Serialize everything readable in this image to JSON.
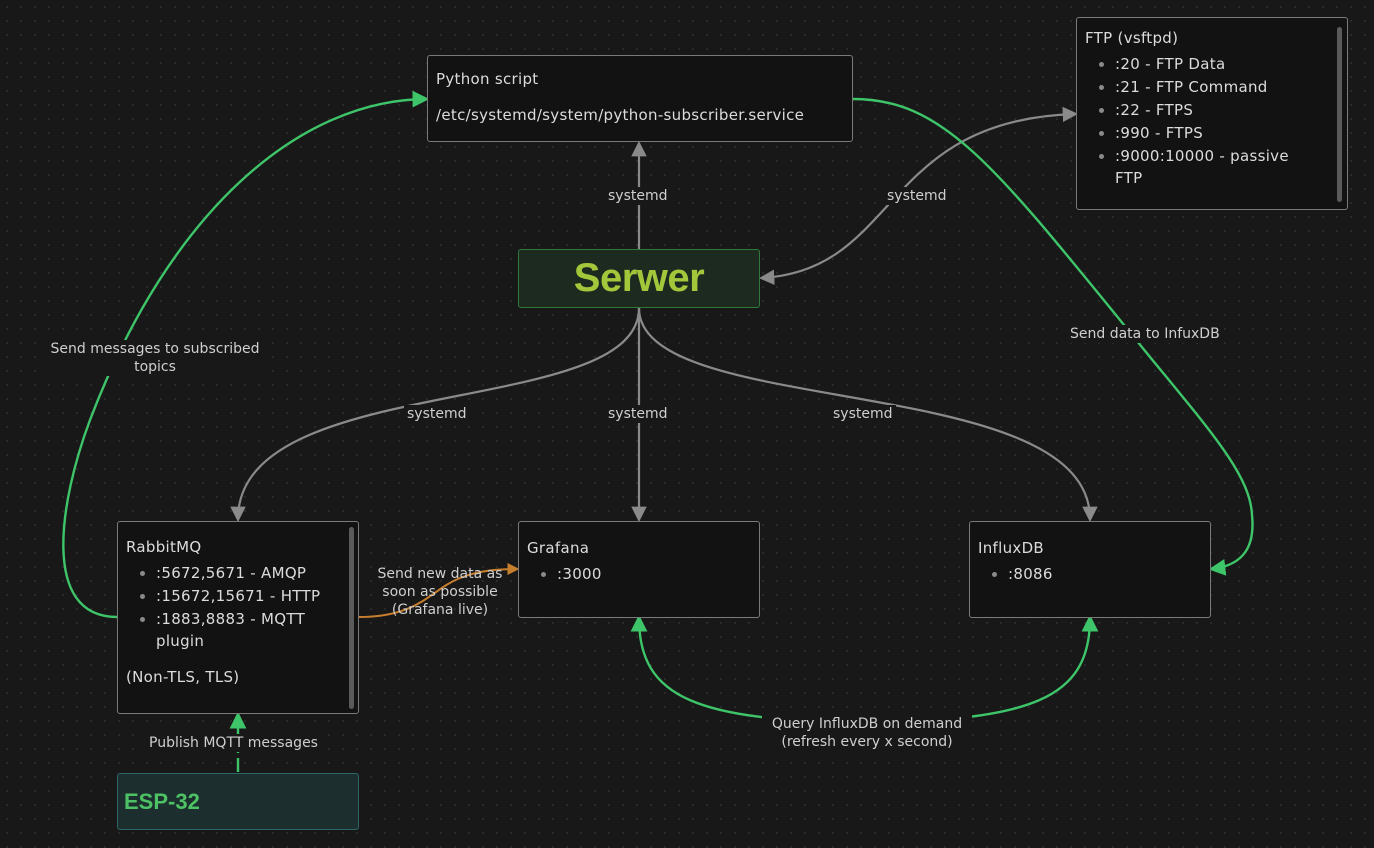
{
  "colors": {
    "background": "#181818",
    "edge_systemd": "#8a8a8a",
    "edge_flow": "#3ec469",
    "edge_live": "#c77f2e",
    "serwer_text": "#a2c73a",
    "esp_text": "#4cc264"
  },
  "nodes": {
    "python": {
      "title": "Python script",
      "path": "/etc/systemd/system/python-subscriber.service"
    },
    "ftp": {
      "title": "FTP (vsftpd)",
      "ports": [
        ":20 - FTP Data",
        ":21 - FTP Command",
        ":22 - FTPS",
        ":990 - FTPS",
        ":9000:10000 - passive FTP"
      ]
    },
    "serwer": {
      "title": "Serwer"
    },
    "rabbitmq": {
      "title": "RabbitMQ",
      "ports": [
        ":5672,5671 - AMQP",
        ":15672,15671 - HTTP",
        ":1883,8883 - MQTT plugin"
      ],
      "note": "(Non-TLS, TLS)"
    },
    "grafana": {
      "title": "Grafana",
      "ports": [
        ":3000"
      ]
    },
    "influxdb": {
      "title": "InfluxDB",
      "ports": [
        ":8086"
      ]
    },
    "esp32": {
      "title": "ESP-32"
    }
  },
  "edges": {
    "serwer_python": "systemd",
    "serwer_ftp": "systemd",
    "serwer_rabbitmq": "systemd",
    "serwer_grafana": "systemd",
    "serwer_influxdb": "systemd",
    "rabbitmq_python": "Send messages to subscribed topics",
    "python_influxdb": "Send data to InfuxDB",
    "rabbitmq_grafana": "Send new data as soon as possible (Grafana live)",
    "grafana_influxdb": "Query InfluxDB on demand (refresh every x second)",
    "esp_rabbitmq": "Publish MQTT messages"
  }
}
